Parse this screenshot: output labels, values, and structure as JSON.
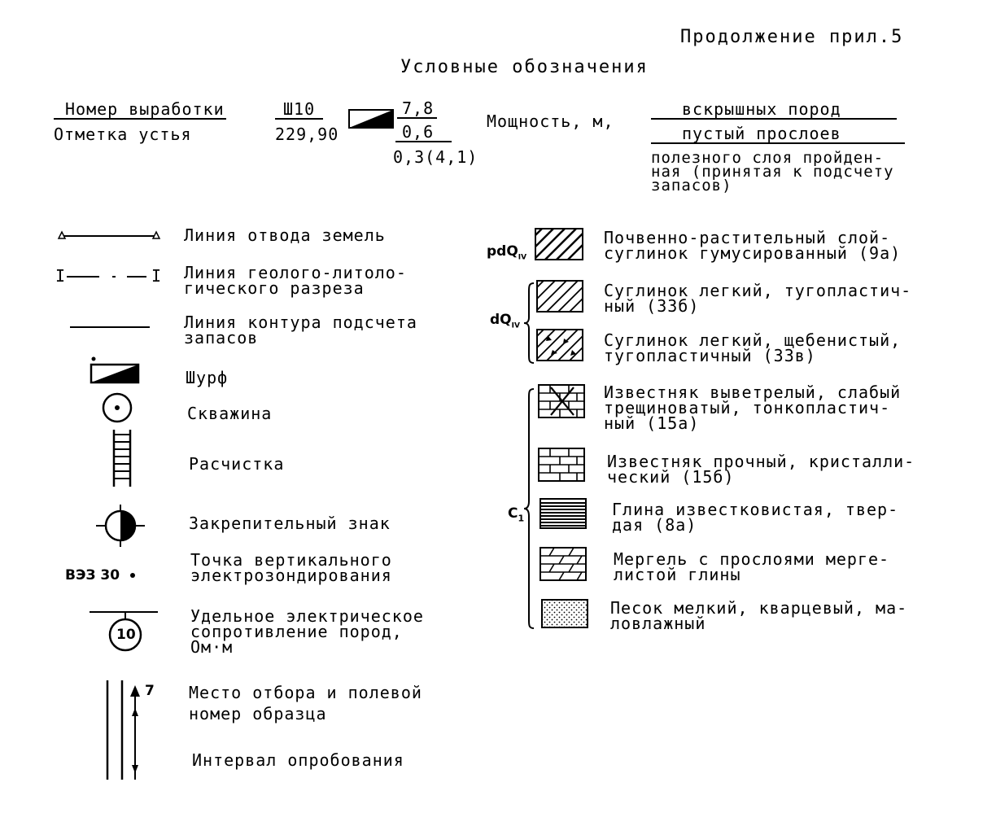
{
  "header": {
    "continuation": "Продолжение прил.5",
    "title": "Условные обозначения"
  },
  "formula": {
    "name_label": "Номер выработки",
    "mark_label": "Отметка устья",
    "sample_number": "Ш10",
    "sample_elevation": "229,90",
    "overburden_value": "7,8",
    "barren_value": "0,6",
    "seam_value": "0,3(4,1)",
    "thickness_label": "Мощность, м,",
    "overburden_label": "вскрышных пород",
    "barren_label": "пустый прослоев",
    "seam_label": "полезного слоя пройден-\nная (принятая к подсчету\nзапасов)"
  },
  "left_legend": [
    {
      "icon": "land-allotment-line-icon",
      "label": "Линия отвода земель"
    },
    {
      "icon": "geological-section-line-icon",
      "label": "Линия геолого-литоло-\nгического разреза",
      "mark": "I"
    },
    {
      "icon": "reserve-contour-line-icon",
      "label": "Линия контура подсчета\nзапасов"
    },
    {
      "icon": "pit-icon",
      "label": "Шурф"
    },
    {
      "icon": "borehole-icon",
      "label": "Скважина"
    },
    {
      "icon": "trench-icon",
      "label": "Расчистка"
    },
    {
      "icon": "survey-marker-icon",
      "label": "Закрепительный знак"
    },
    {
      "icon": "ves-point-icon",
      "label": "Точка вертикального\nэлектрозондирования",
      "code": "ВЭЗ 30"
    },
    {
      "icon": "resistivity-icon",
      "label": "Удельное электрическое\nсопротивление пород,\nОм·м",
      "value": "10"
    },
    {
      "icon": "sample-place-icon",
      "label": "Место отбора и полевой\nномер образца",
      "sample_no": "7"
    },
    {
      "icon": "sampling-interval-icon",
      "label": "Интервал опробования"
    }
  ],
  "right_legend": {
    "groups": [
      {
        "index": "pdQ",
        "sub": "IV"
      },
      {
        "index": "dQ",
        "sub": "IV"
      },
      {
        "index": "C",
        "sub": "1"
      }
    ],
    "items": [
      {
        "icon": "soil-layer-hatch-icon",
        "label": "Почвенно-растительный слой-\nсуглинок гумусированный (9а)"
      },
      {
        "icon": "light-loam-hatch-icon",
        "label": "Суглинок легкий, тугопластич-\nный (33б)"
      },
      {
        "icon": "gravelly-loam-hatch-icon",
        "label": "Суглинок легкий, щебенистый,\nтугопластичный (33в)"
      },
      {
        "icon": "weathered-limestone-hatch-icon",
        "label": "Известняк выветрелый, слабый\nтрещиноватый, тонкопластич-\nный (15а)"
      },
      {
        "icon": "strong-limestone-hatch-icon",
        "label": "Известняк прочный, кристалли-\nческий (15б)"
      },
      {
        "icon": "limy-clay-hatch-icon",
        "label": "Глина известковистая, твер-\nдая (8а)"
      },
      {
        "icon": "marl-hatch-icon",
        "label": "Мергель с прослоями мерге-\nлистой глины"
      },
      {
        "icon": "fine-sand-hatch-icon",
        "label": "Песок мелкий, кварцевый, ма-\nловлажный"
      }
    ]
  }
}
